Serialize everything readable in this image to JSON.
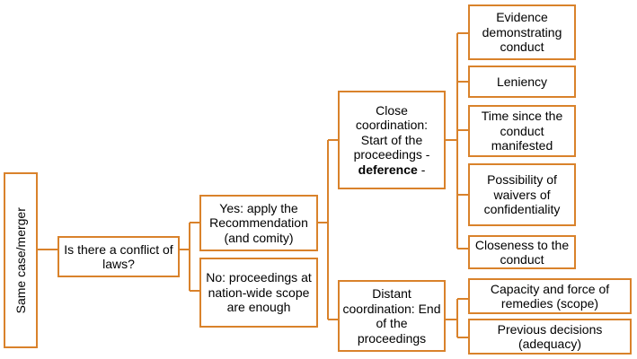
{
  "diagram": {
    "line_color": "#D9822B",
    "root": {
      "label": "Same case/merger"
    },
    "question": {
      "label": "Is there a conflict of laws?"
    },
    "yes_branch": {
      "label": "Yes: apply the Recommendation (and comity)"
    },
    "no_branch": {
      "label": "No: proceedings at nation-wide scope are enough"
    },
    "close_coordination": {
      "label_before": "Close coordination: Start of the proceedings -",
      "label_bold": "deference",
      "label_after": "-"
    },
    "distant_coordination": {
      "label": "Distant coordination: End of the proceedings"
    },
    "close_factors": [
      {
        "label": "Evidence demonstrating conduct"
      },
      {
        "label": "Leniency"
      },
      {
        "label": "Time since the conduct manifested"
      },
      {
        "label": "Possibility of waivers of confidentiality"
      },
      {
        "label": "Closeness to the conduct"
      }
    ],
    "distant_factors": [
      {
        "label": "Capacity and force of remedies (scope)"
      },
      {
        "label": "Previous decisions (adequacy)"
      }
    ]
  }
}
